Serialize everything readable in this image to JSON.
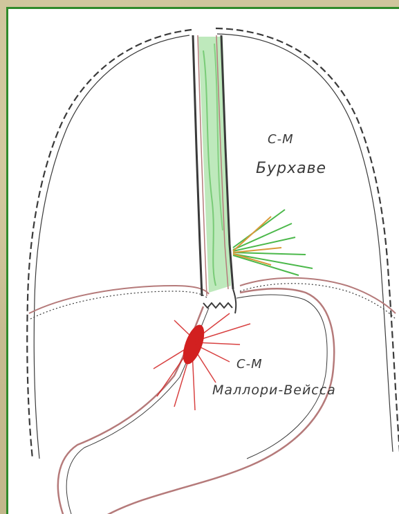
{
  "labels": {
    "boerhaave_prefix": "С-М",
    "boerhaave_name": "Бурхаве",
    "mallory_prefix": "С-М",
    "mallory_name": "Маллори-Вейсса"
  },
  "colors": {
    "frame_border": "#2f8a2a",
    "esophagus_fill": "#6fcf6a",
    "rupture_green": "#4bb84a",
    "tear_red": "#d22020",
    "stomach_outline": "#b57a7a",
    "rib_line": "#3a3a3a"
  }
}
